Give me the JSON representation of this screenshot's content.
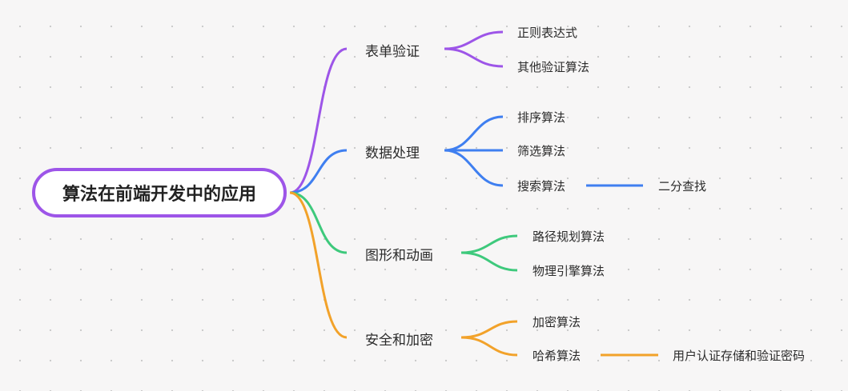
{
  "root": {
    "label": "算法在前端开发中的应用"
  },
  "branches": [
    {
      "label": "表单验证",
      "color": "#9d55e8",
      "children": [
        {
          "label": "正则表达式"
        },
        {
          "label": "其他验证算法"
        }
      ]
    },
    {
      "label": "数据处理",
      "color": "#3f7ff0",
      "children": [
        {
          "label": "排序算法"
        },
        {
          "label": "筛选算法"
        },
        {
          "label": "搜索算法",
          "child": {
            "label": "二分查找"
          }
        }
      ]
    },
    {
      "label": "图形和动画",
      "color": "#3ec97c",
      "children": [
        {
          "label": "路径规划算法"
        },
        {
          "label": "物理引擎算法"
        }
      ]
    },
    {
      "label": "安全和加密",
      "color": "#f2a22a",
      "children": [
        {
          "label": "加密算法"
        },
        {
          "label": "哈希算法",
          "child": {
            "label": "用户认证存储和验证密码"
          }
        }
      ]
    }
  ]
}
